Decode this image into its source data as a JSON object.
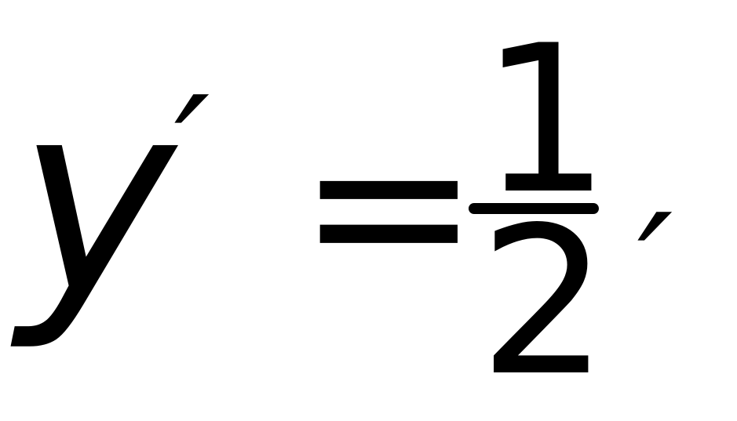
{
  "formula": {
    "lhs_variable": "y",
    "lhs_prime": "′",
    "operator": "=",
    "numerator": "1",
    "denominator": "2",
    "trailing_punctuation": "′"
  },
  "colors": {
    "ink": "#000000",
    "background": "#ffffff"
  }
}
